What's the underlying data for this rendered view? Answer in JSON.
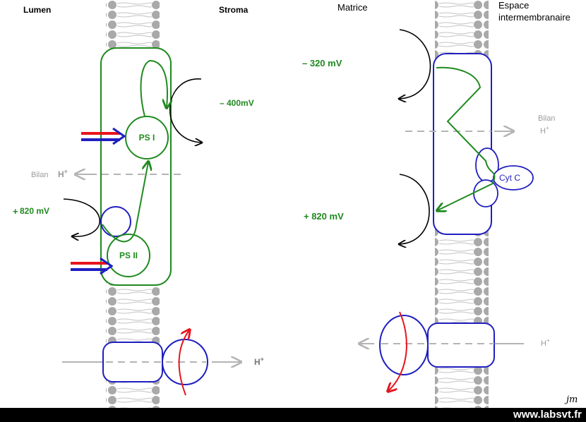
{
  "left_panel": {
    "lumen_label": "Lumen",
    "stroma_label": "Stroma",
    "ps1_label": "PS I",
    "ps2_label": "PS II",
    "potential_top": "– 400mV",
    "potential_bottom_sign": "+",
    "potential_bottom": "820 mV",
    "bilan_label": "Bilan",
    "bilan_h": "H",
    "h_bottom": "H"
  },
  "right_panel": {
    "matrice_label": "Matrice",
    "espace_line1": "Espace",
    "espace_line2": "intermembranaire",
    "potential_top": "– 320 mV",
    "potential_bottom": "+ 820 mV",
    "cytc_label": "Cyt C",
    "bilan_label": "Bilan",
    "bilan_h": "H",
    "h_bottom": "H"
  },
  "superscript_plus": "+",
  "signature": "jm",
  "footer": {
    "site": "www.labsvt.fr"
  },
  "colors": {
    "green": "#1f8a1f",
    "blue": "#1f1fbf",
    "red": "#e8141c",
    "gray": "#b4b4b4",
    "membrane": "#a9a9a9"
  }
}
